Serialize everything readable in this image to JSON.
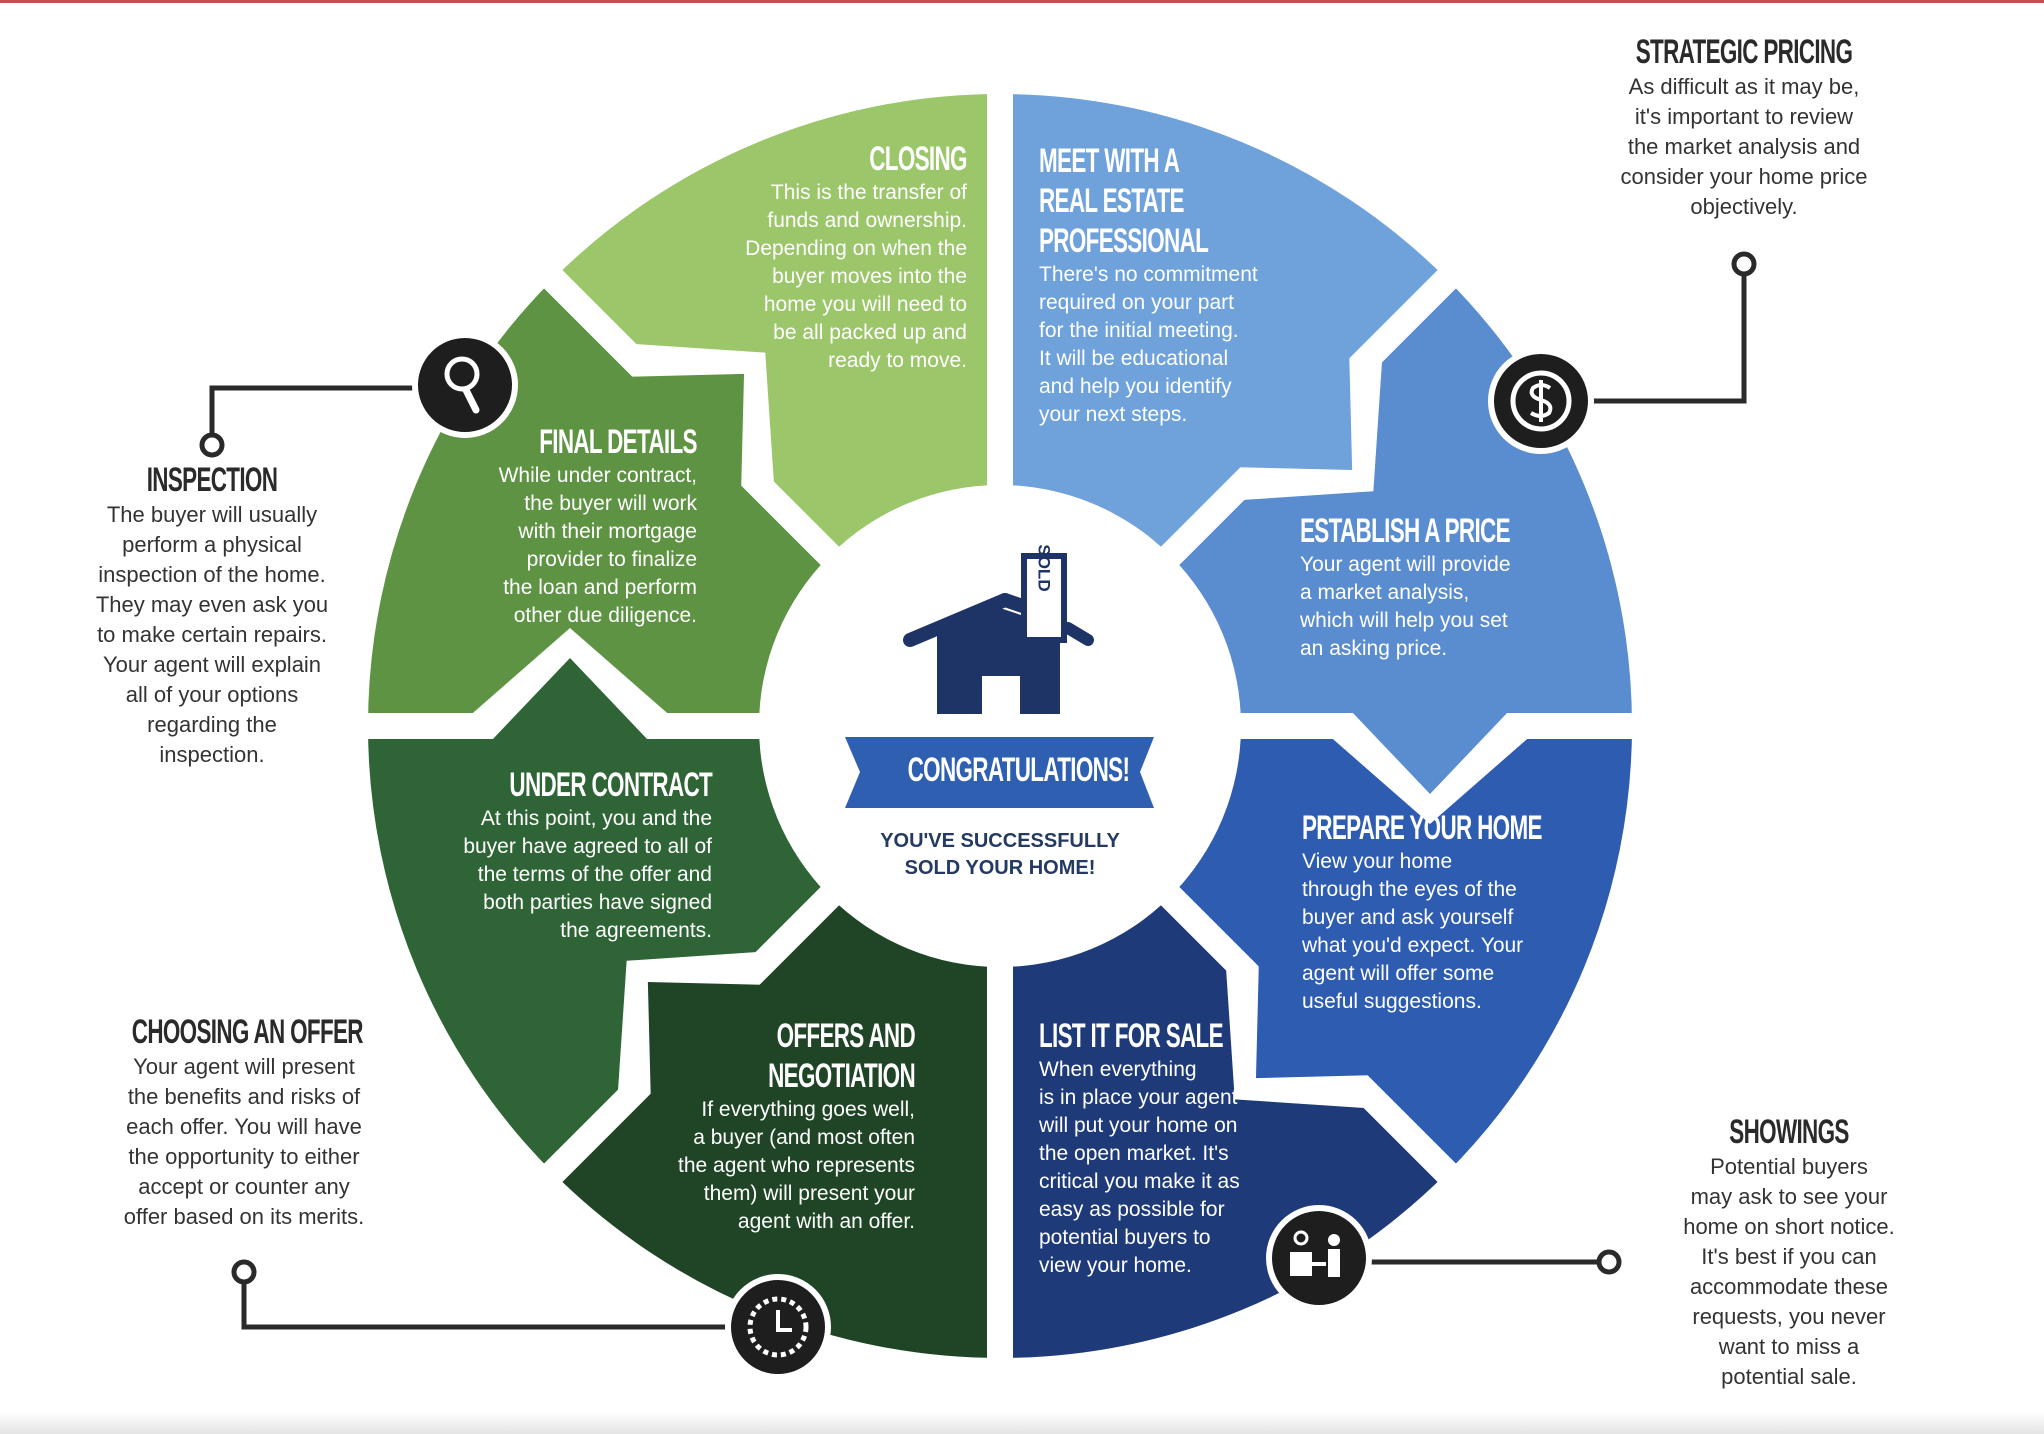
{
  "center": {
    "banner": "CONGRATULATIONS!",
    "message": "YOU'VE SUCCESSFULLY\nSOLD YOUR HOME!",
    "sign_text": "SOLD"
  },
  "segments": [
    {
      "id": "meet",
      "title": "MEET WITH A\nREAL ESTATE\nPROFESSIONAL",
      "body": "There's no commitment\nrequired on your part\nfor the initial meeting.\nIt will be educational\nand help you identify\nyour next steps.",
      "color": "#6fa1da"
    },
    {
      "id": "establish",
      "title": "ESTABLISH A PRICE",
      "body": "Your agent will provide\na market analysis,\nwhich will help you set\nan asking price.",
      "color": "#5a8dd0"
    },
    {
      "id": "prepare",
      "title": "PREPARE YOUR HOME",
      "body": "View your home\nthrough the eyes of the\nbuyer and ask yourself\nwhat you'd expect. Your\nagent will offer some\nuseful suggestions.",
      "color": "#2d5cb0"
    },
    {
      "id": "list",
      "title": "LIST IT FOR SALE",
      "body": "When everything\nis in place your agent\nwill put your home on\nthe open market. It's\ncritical you make it as\neasy as possible for\npotential buyers to\nview your home.",
      "color": "#1e3a78"
    },
    {
      "id": "offers",
      "title": "OFFERS AND\nNEGOTIATION",
      "body": "If everything goes well,\na buyer (and most often\nthe agent who represents\nthem) will present your\nagent with an offer.",
      "color": "#1f4526"
    },
    {
      "id": "under",
      "title": "UNDER CONTRACT",
      "body": "At this point, you and the\nbuyer have agreed to all of\nthe terms of the offer and\nboth parties have signed\nthe agreements.",
      "color": "#2f6536"
    },
    {
      "id": "final",
      "title": "FINAL DETAILS",
      "body": "While under contract,\nthe buyer will work\nwith their mortgage\nprovider to finalize\nthe loan and perform\nother due diligence.",
      "color": "#5e9343"
    },
    {
      "id": "closing",
      "title": "CLOSING",
      "body": "This is the transfer of\nfunds and ownership.\nDepending on when the\nbuyer moves into the\nhome you will need to\nbe all packed up and\nready to move.",
      "color": "#9cc66a"
    }
  ],
  "callouts": {
    "strategic": {
      "title": "STRATEGIC PRICING",
      "body": "As difficult as it may be,\nit's important to review\nthe market analysis and\nconsider your home price\nobjectively.",
      "icon": "dollar-icon"
    },
    "inspection": {
      "title": "INSPECTION",
      "body": "The buyer will usually\nperform a physical\ninspection of the home.\nThey may even ask you\nto make certain repairs.\nYour agent will explain\nall of your options\nregarding the\ninspection.",
      "icon": "magnifier-icon"
    },
    "choosing": {
      "title": "CHOOSING AN OFFER",
      "body": "Your agent will present\nthe benefits and risks of\neach offer. You will have\nthe opportunity to either\naccept or counter any\noffer based on its merits.",
      "icon": "clock-icon"
    },
    "showings": {
      "title": "SHOWINGS",
      "body": "Potential buyers\nmay ask to see your\nhome on short notice.\nIt's best if you can\naccommodate these\nrequests, you never\nwant to miss a\npotential sale.",
      "icon": "showing-icon"
    }
  },
  "colors": {
    "house": "#1f3466",
    "banner": "#2e5fb0",
    "icon_bg": "#1e1e1e",
    "connector": "#2a2a2a"
  }
}
